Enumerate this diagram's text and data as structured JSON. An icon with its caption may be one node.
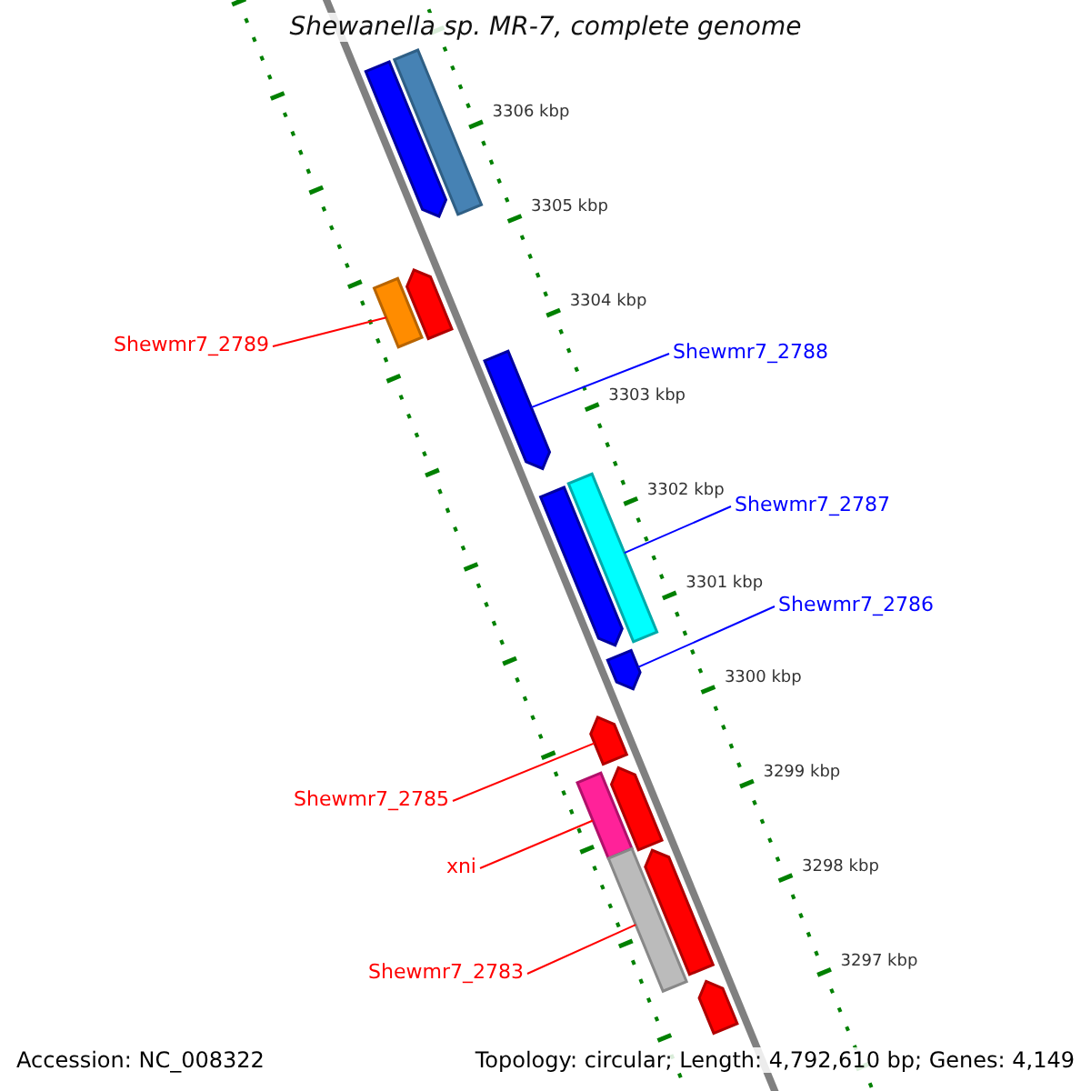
{
  "diagram": {
    "title": "Shewanella sp. MR-7, complete genome",
    "nodes": [
      {
        "text": [],
        "shape": "bar"
      },
      {
        "text": [],
        "shape": "bar"
      },
      {
        "text": [],
        "shape": "bar"
      },
      {
        "text": [],
        "shape": "bar"
      },
      {
        "text": [
          "Shewmr7_2789"
        ]
      },
      {
        "text": [
          "Shewmr7_2788"
        ]
      },
      {
        "text": [],
        "shape": "bar"
      },
      {
        "text": [
          "Shewmr7_2787"
        ]
      },
      {
        "text": [],
        "shape": "bar"
      },
      {
        "text": [],
        "shape": "bar"
      },
      {
        "text": [
          "Shewmr7_2786"
        ]
      },
      {
        "text": [],
        "shape": "bar"
      },
      {
        "text": [],
        "shape": "bar"
      },
      {
        "text": [
          "Shewmr7_2785"
        ]
      },
      {
        "text": [],
        "shape": "bar"
      },
      {
        "text": [],
        "shape": "bar"
      },
      {
        "text": [
          "xni"
        ]
      },
      {
        "text": [],
        "shape": "bar"
      },
      {
        "text": [],
        "shape": "bar"
      },
      {
        "text": [
          "Shewmr7_2783"
        ]
      },
      {
        "text": [],
        "shape": "bar"
      }
    ],
    "edges": [
      {
        "from": 4,
        "to": 3,
        "arrow": "none"
      },
      {
        "from": 5,
        "to": 6,
        "arrow": "none",
        "color": "#0000ff"
      },
      {
        "from": 7,
        "to": 9,
        "arrow": "none",
        "color": "#0000ff"
      },
      {
        "from": 10,
        "to": 11,
        "arrow": "none",
        "color": "#0000ff"
      },
      {
        "from": 13,
        "to": 12,
        "arrow": "none"
      },
      {
        "from": 16,
        "to": 15,
        "arrow": "none"
      },
      {
        "from": 19,
        "to": 17,
        "arrow": "none"
      }
    ],
    "labels": [
      "3306 kbp",
      "3305 kbp",
      "3304 kbp",
      "3303 kbp",
      "3302 kbp",
      "3301 kbp",
      "3300 kbp",
      "3299 kbp",
      "3298 kbp",
      "3297 kbp",
      "Accession: NC_008322",
      "Topology: circular; Length: 4,792,610 bp; Genes: 4,149"
    ]
  }
}
